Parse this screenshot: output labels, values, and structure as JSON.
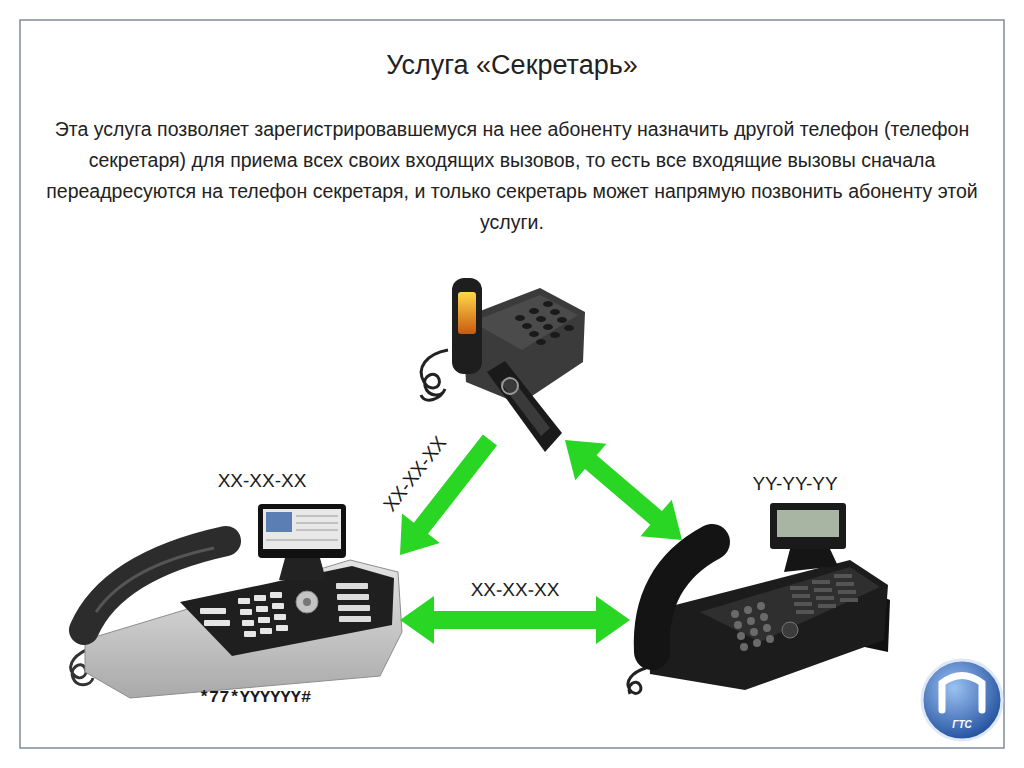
{
  "diagram": {
    "title": "Услуга «Секретарь»",
    "nodes": [
      {
        "text": []
      },
      {
        "text": [
          "XX-XX-XX",
          "*77*YYYYYY#"
        ]
      },
      {
        "text": [
          "YY-YY-YY"
        ]
      }
    ],
    "edges": [
      {
        "from": 0,
        "to": 1,
        "arrow": "to",
        "label": "XX-XX-XX"
      },
      {
        "from": 0,
        "to": 2,
        "arrow": "both"
      },
      {
        "from": 1,
        "to": 2,
        "arrow": "both",
        "label": "XX-XX-XX"
      }
    ],
    "labels": [
      "Эта услуга позволяет зарегистрировавшемуся на нее абоненту назначить другой телефон (телефон секретаря) для приема всех своих входящих вызовов, то есть все входящие вызовы сначала переадресуются на телефон секретаря, и только секретарь может напрямую позвонить абоненту этой услуги.",
      "ГТС"
    ]
  }
}
